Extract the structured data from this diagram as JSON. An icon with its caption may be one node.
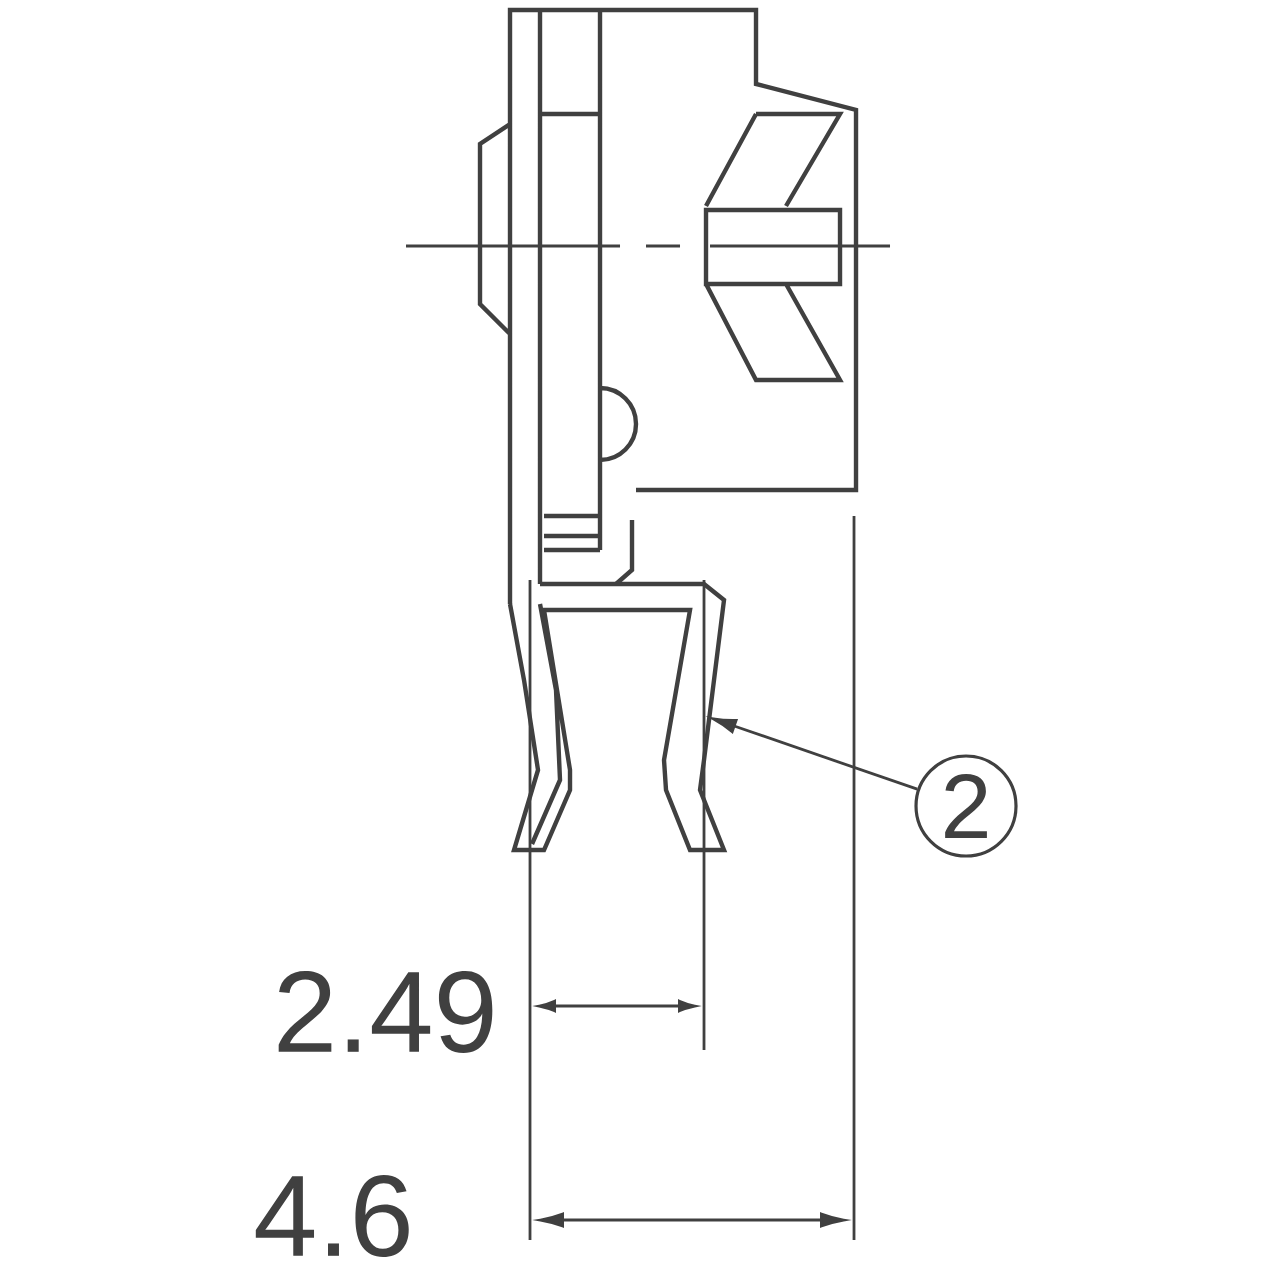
{
  "diagram": {
    "nodes": [
      {
        "text": [
          "2"
        ]
      },
      {
        "text": [],
        "shape": "picture"
      }
    ],
    "edges": [
      {
        "from": 0,
        "to": 1,
        "arrow": "to"
      }
    ],
    "labels": [
      "2.49",
      "4.6"
    ]
  }
}
